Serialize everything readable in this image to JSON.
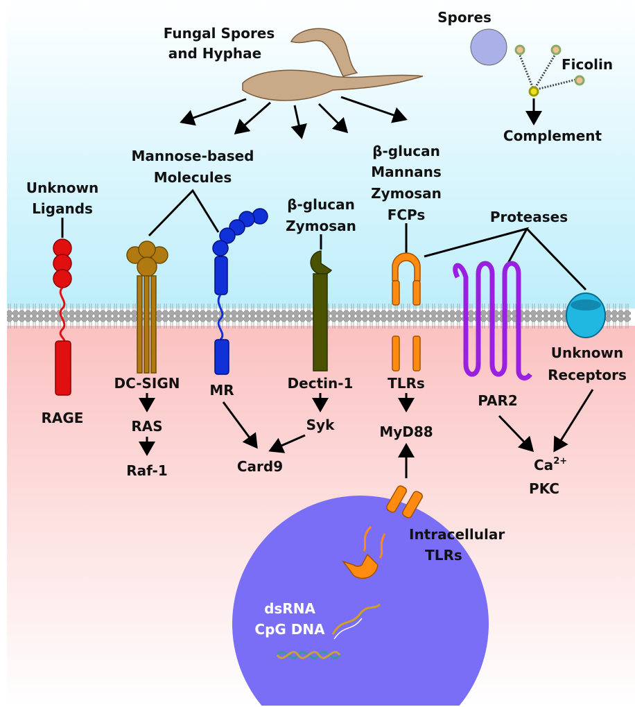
{
  "colors": {
    "extracellular": "#bdeefb",
    "cytoplasm": "#fbc1c1",
    "nucleus": "#7b6ef6",
    "rage": "#e01010",
    "dc_sign": "#b07a10",
    "mr": "#1030d8",
    "dectin": "#4a5200",
    "tlr": "#ff8c10",
    "par2": "#9a20e0",
    "unknown_receptor": "#20b8e0"
  },
  "top": {
    "fungi_line1": "Fungal Spores",
    "fungi_line2": "and Hyphae",
    "spores": "Spores",
    "ficolin": "Ficolin",
    "complement": "Complement"
  },
  "ligands": {
    "mannose_line1": "Mannose-based",
    "mannose_line2": "Molecules",
    "unknown_line1": "Unknown",
    "unknown_line2": "Ligands",
    "dectin_line1": "β-glucan",
    "dectin_line2": "Zymosan",
    "tlr_line1": "β-glucan",
    "tlr_line2": "Mannans",
    "tlr_line3": "Zymosan",
    "tlr_line4": "FCPs",
    "proteases": "Proteases"
  },
  "receptors": {
    "rage": "RAGE",
    "dc_sign": "DC-SIGN",
    "mr": "MR",
    "dectin": "Dectin-1",
    "tlrs": "TLRs",
    "par2": "PAR2",
    "unknown_line1": "Unknown",
    "unknown_line2": "Receptors"
  },
  "signaling": {
    "ras": "RAS",
    "raf": "Raf-1",
    "card9": "Card9",
    "syk": "Syk",
    "myd88": "MyD88",
    "ca": "Ca",
    "ca_sup": "2+",
    "pkc": "PKC"
  },
  "nucleus": {
    "itlr_line1": "Intracellular",
    "itlr_line2": "TLRs",
    "dsrna": "dsRNA",
    "cpg": "CpG DNA"
  }
}
